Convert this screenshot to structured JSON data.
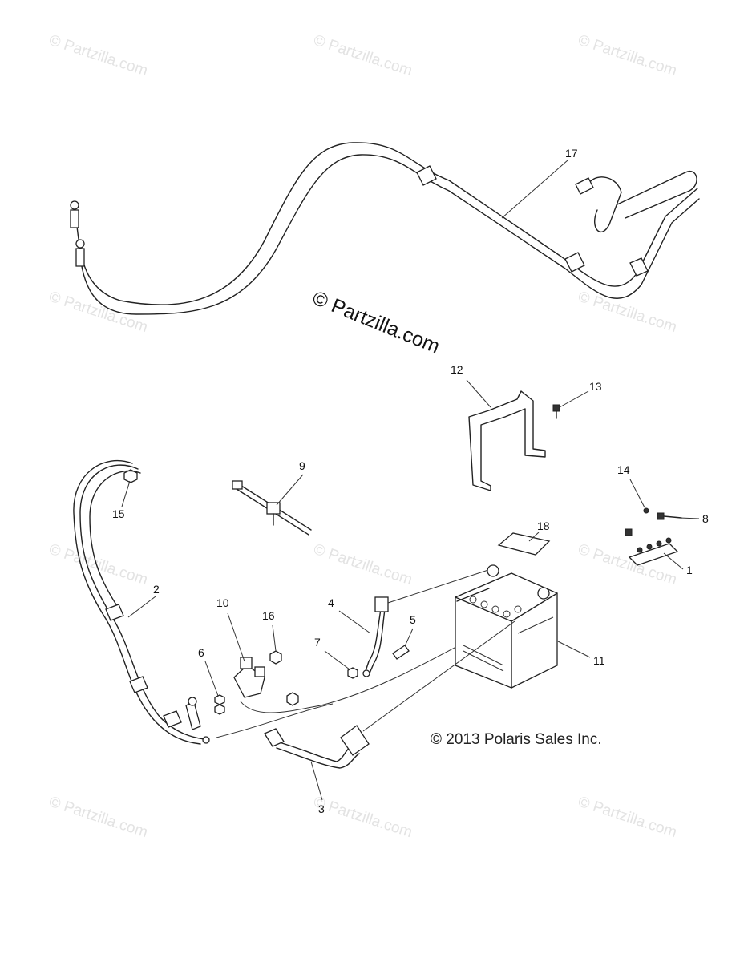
{
  "watermark_text": "© Partzilla.com",
  "center_watermark": "© Partzilla.com",
  "copyright": "© 2013 Polaris Sales Inc.",
  "callouts": [
    "17",
    "12",
    "13",
    "9",
    "15",
    "14",
    "8",
    "18",
    "1",
    "2",
    "10",
    "16",
    "4",
    "5",
    "7",
    "6",
    "11",
    "3"
  ]
}
